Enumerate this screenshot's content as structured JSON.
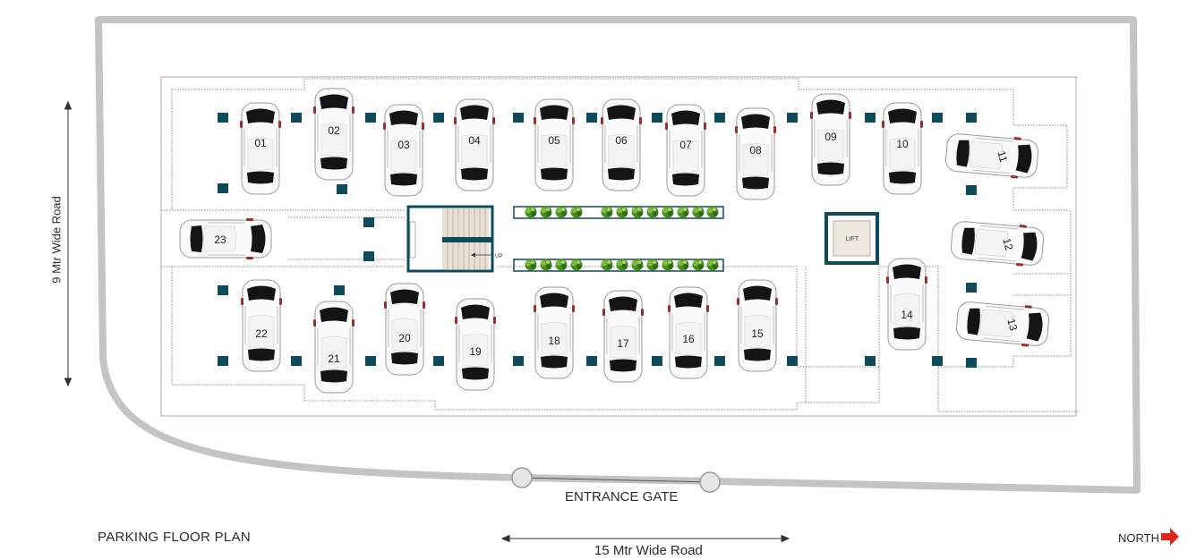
{
  "title": "PARKING FLOOR PLAN",
  "entrance_label": "ENTRANCE GATE",
  "road_bottom": "15 Mtr Wide Road",
  "road_left": "9 Mtr Wide Road",
  "north_label": "NORTH",
  "lift_label": "LIFT",
  "stair_label": "UP",
  "colors": {
    "boundary": "#c4c4c4",
    "marker": "#0d4a5c",
    "north_arrow": "#e0231c",
    "car_body": "#fbfbfb",
    "glass": "#141414",
    "lift_frame": "#0d4a5c",
    "planter": "#4f8a23"
  },
  "parking_slots": [
    "01",
    "02",
    "03",
    "04",
    "05",
    "06",
    "07",
    "08",
    "09",
    "10",
    "11",
    "12",
    "13",
    "14",
    "15",
    "16",
    "17",
    "18",
    "19",
    "20",
    "21",
    "22",
    "23"
  ]
}
